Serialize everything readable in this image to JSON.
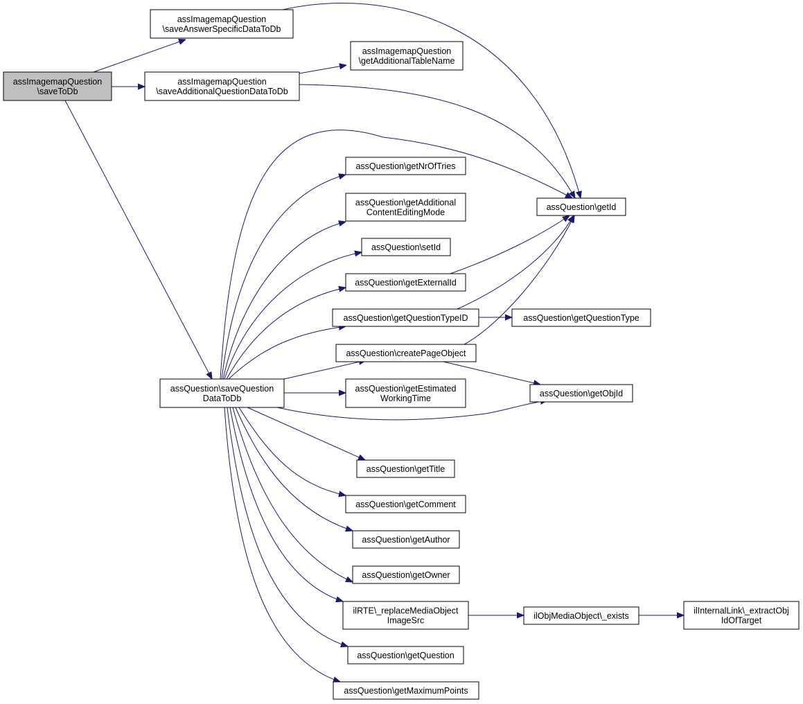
{
  "nodes": {
    "save_to_db": [
      "assImagemapQuestion",
      "\\saveToDb"
    ],
    "save_answer_specific": [
      "assImagemapQuestion",
      "\\saveAnswerSpecificDataToDb"
    ],
    "save_additional_question": [
      "assImagemapQuestion",
      "\\saveAdditionalQuestionDataToDb"
    ],
    "get_additional_table_name": [
      "assImagemapQuestion",
      "\\getAdditionalTableName"
    ],
    "get_id": [
      "assQuestion\\getId"
    ],
    "get_nr_of_tries": [
      "assQuestion\\getNrOfTries"
    ],
    "get_additional_content_editing_mode": [
      "assQuestion\\getAdditional",
      "ContentEditingMode"
    ],
    "set_id": [
      "assQuestion\\setId"
    ],
    "get_external_id": [
      "assQuestion\\getExternalId"
    ],
    "get_question_type_id": [
      "assQuestion\\getQuestionTypeID"
    ],
    "get_question_type": [
      "assQuestion\\getQuestionType"
    ],
    "create_page_object": [
      "assQuestion\\createPageObject"
    ],
    "save_question_data": [
      "assQuestion\\saveQuestion",
      "DataToDb"
    ],
    "get_estimated_working_time": [
      "assQuestion\\getEstimated",
      "WorkingTime"
    ],
    "get_obj_id": [
      "assQuestion\\getObjId"
    ],
    "get_title": [
      "assQuestion\\getTitle"
    ],
    "get_comment": [
      "assQuestion\\getComment"
    ],
    "get_author": [
      "assQuestion\\getAuthor"
    ],
    "get_owner": [
      "assQuestion\\getOwner"
    ],
    "replace_media_object": [
      "ilRTE\\_replaceMediaObject",
      "ImageSrc"
    ],
    "media_object_exists": [
      "ilObjMediaObject\\_exists"
    ],
    "extract_obj_id": [
      "ilInternalLink\\_extractObj",
      "IdOfTarget"
    ],
    "get_question": [
      "assQuestion\\getQuestion"
    ],
    "get_maximum_points": [
      "assQuestion\\getMaximumPoints"
    ]
  },
  "edges": [
    [
      "save_to_db",
      "save_answer_specific"
    ],
    [
      "save_to_db",
      "save_additional_question"
    ],
    [
      "save_to_db",
      "save_question_data"
    ],
    [
      "save_answer_specific",
      "get_id"
    ],
    [
      "save_additional_question",
      "get_additional_table_name"
    ],
    [
      "save_additional_question",
      "get_id"
    ],
    [
      "save_question_data",
      "get_id"
    ],
    [
      "save_question_data",
      "get_nr_of_tries"
    ],
    [
      "save_question_data",
      "get_additional_content_editing_mode"
    ],
    [
      "save_question_data",
      "set_id"
    ],
    [
      "save_question_data",
      "get_external_id"
    ],
    [
      "save_question_data",
      "get_question_type_id"
    ],
    [
      "save_question_data",
      "create_page_object"
    ],
    [
      "save_question_data",
      "get_estimated_working_time"
    ],
    [
      "save_question_data",
      "get_obj_id"
    ],
    [
      "save_question_data",
      "get_title"
    ],
    [
      "save_question_data",
      "get_comment"
    ],
    [
      "save_question_data",
      "get_author"
    ],
    [
      "save_question_data",
      "get_owner"
    ],
    [
      "save_question_data",
      "replace_media_object"
    ],
    [
      "save_question_data",
      "get_question"
    ],
    [
      "save_question_data",
      "get_maximum_points"
    ],
    [
      "get_external_id",
      "get_id"
    ],
    [
      "get_question_type_id",
      "get_id"
    ],
    [
      "get_question_type_id",
      "get_question_type"
    ],
    [
      "create_page_object",
      "get_id"
    ],
    [
      "create_page_object",
      "get_obj_id"
    ],
    [
      "replace_media_object",
      "media_object_exists"
    ],
    [
      "media_object_exists",
      "extract_obj_id"
    ]
  ],
  "colors": {
    "edge": "#191970",
    "root_fill": "#bfbfbf",
    "node_fill": "#ffffff",
    "border": "#000000"
  }
}
